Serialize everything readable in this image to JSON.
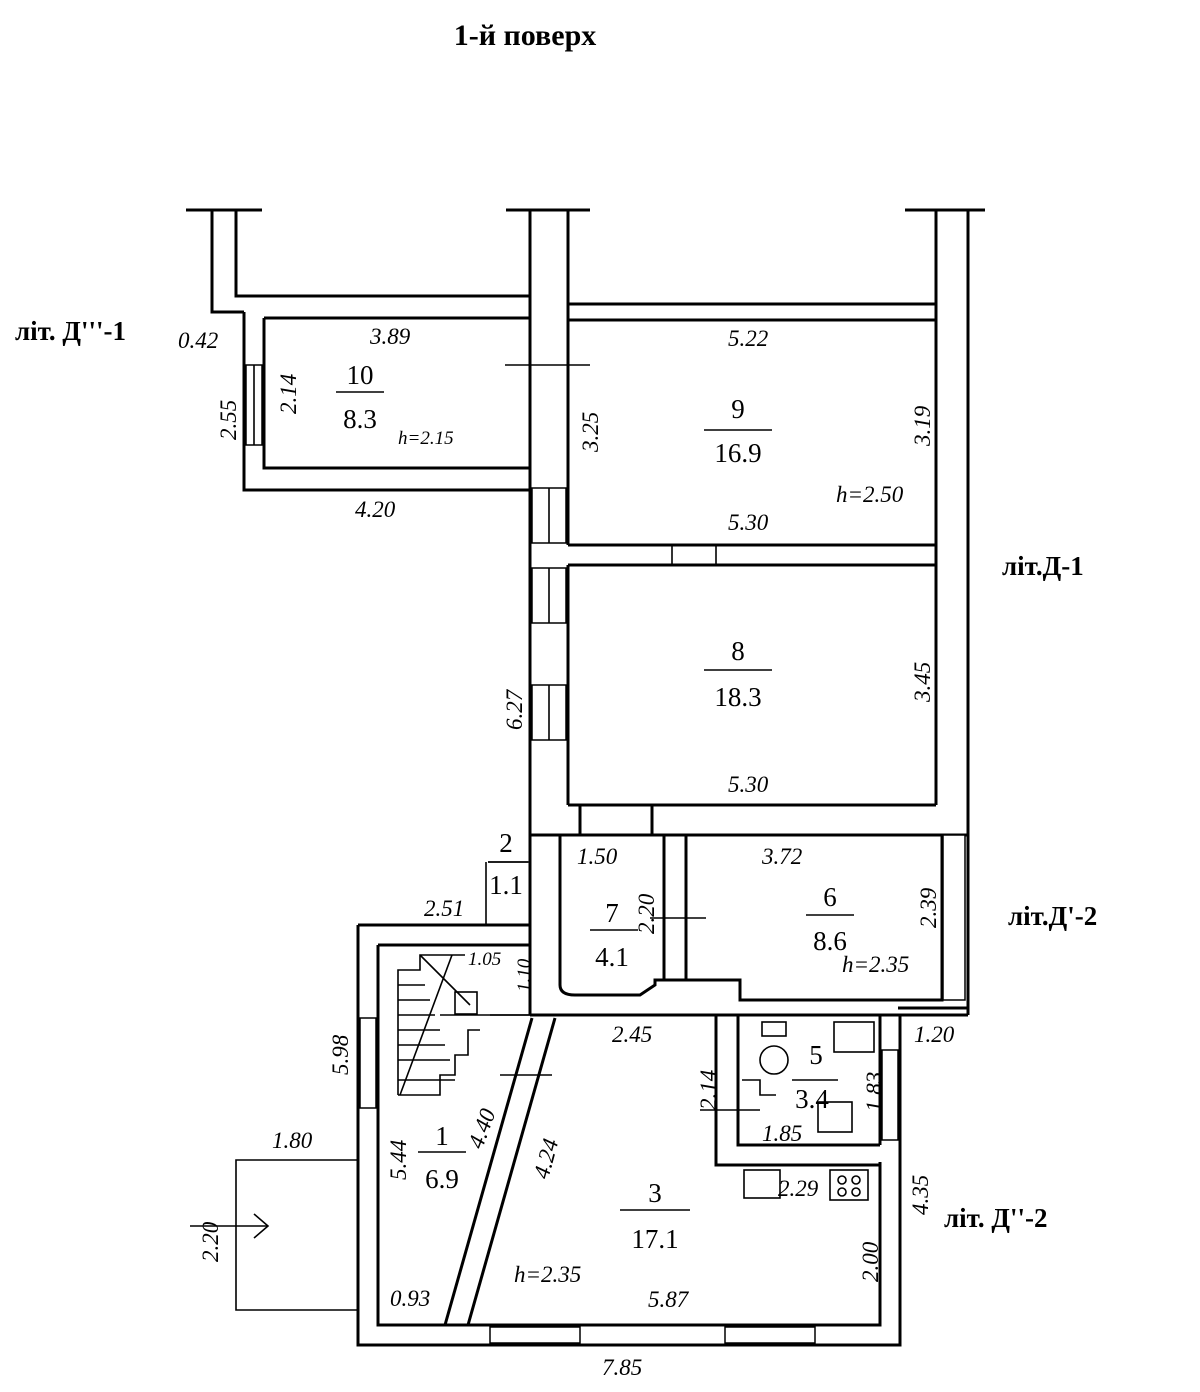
{
  "title": "1-й поверх",
  "labels": {
    "lit_d3": "літ. Д'''-1",
    "lit_d1": "літ.Д-1",
    "lit_d1b": "літ.Д'-2",
    "lit_d2": "літ. Д''-2"
  },
  "rooms": [
    {
      "num": "10",
      "area": "8.3",
      "height": "h=2.15"
    },
    {
      "num": "9",
      "area": "16.9",
      "height": "h=2.50"
    },
    {
      "num": "8",
      "area": "18.3"
    },
    {
      "num": "2",
      "area": "1.1"
    },
    {
      "num": "7",
      "area": "4.1"
    },
    {
      "num": "6",
      "area": "8.6",
      "height": "h=2.35"
    },
    {
      "num": "5",
      "area": "3.4"
    },
    {
      "num": "1",
      "area": "6.9"
    },
    {
      "num": "3",
      "area": "17.1",
      "height": "h=2.35"
    }
  ],
  "dims": {
    "d042": "0.42",
    "d389": "3.89",
    "d214a": "2.14",
    "d255": "2.55",
    "d420": "4.20",
    "d522": "5.22",
    "d325": "3.25",
    "d319": "3.19",
    "d530a": "5.30",
    "d345": "3.45",
    "d627": "6.27",
    "d530b": "5.30",
    "d150": "1.50",
    "d220a": "2.20",
    "d372": "3.72",
    "d239": "2.39",
    "d251": "2.51",
    "d105": "1.05",
    "d110": "1.10",
    "d245": "2.45",
    "d120": "1.20",
    "d598": "5.98",
    "d214b": "2.14",
    "d183": "1.83",
    "d185": "1.85",
    "d229": "2.29",
    "d180": "1.80",
    "d544": "5.44",
    "d440": "4.40",
    "d424": "4.24",
    "d435": "4.35",
    "d220b": "2.20",
    "d200": "2.00",
    "d093": "0.93",
    "d587": "5.87",
    "d785": "7.85"
  }
}
